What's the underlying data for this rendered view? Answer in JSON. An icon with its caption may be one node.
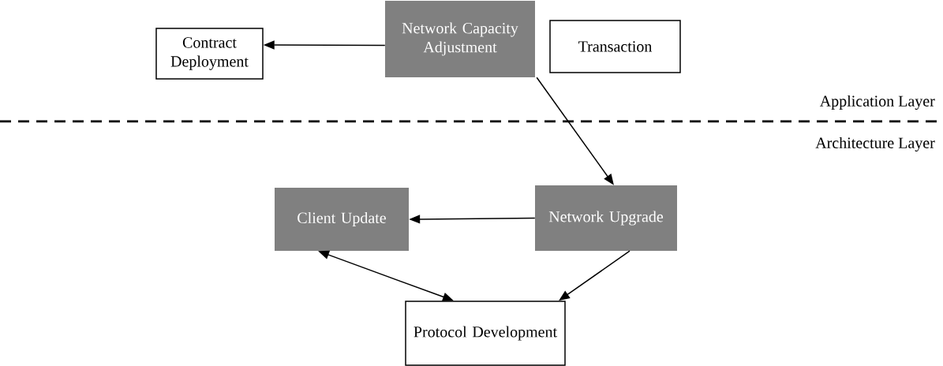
{
  "diagram": {
    "nodes": [
      {
        "text": [
          "Contract Deployment"
        ]
      },
      {
        "text": [
          "Network Capacity Adjustment"
        ]
      },
      {
        "text": [
          "Transaction"
        ]
      },
      {
        "text": [
          "Client Update"
        ]
      },
      {
        "text": [
          "Network Upgrade"
        ]
      },
      {
        "text": [
          "Protocol Development"
        ]
      }
    ],
    "edges": [
      {
        "from": 1,
        "to": 0,
        "arrow": "to"
      },
      {
        "from": 1,
        "to": 4,
        "arrow": "to"
      },
      {
        "from": 4,
        "to": 3,
        "arrow": "to"
      },
      {
        "from": 3,
        "to": 5,
        "arrow": "both"
      },
      {
        "from": 4,
        "to": 5,
        "arrow": "to"
      }
    ],
    "labels": [
      "Application Layer",
      "Architecture Layer"
    ]
  }
}
